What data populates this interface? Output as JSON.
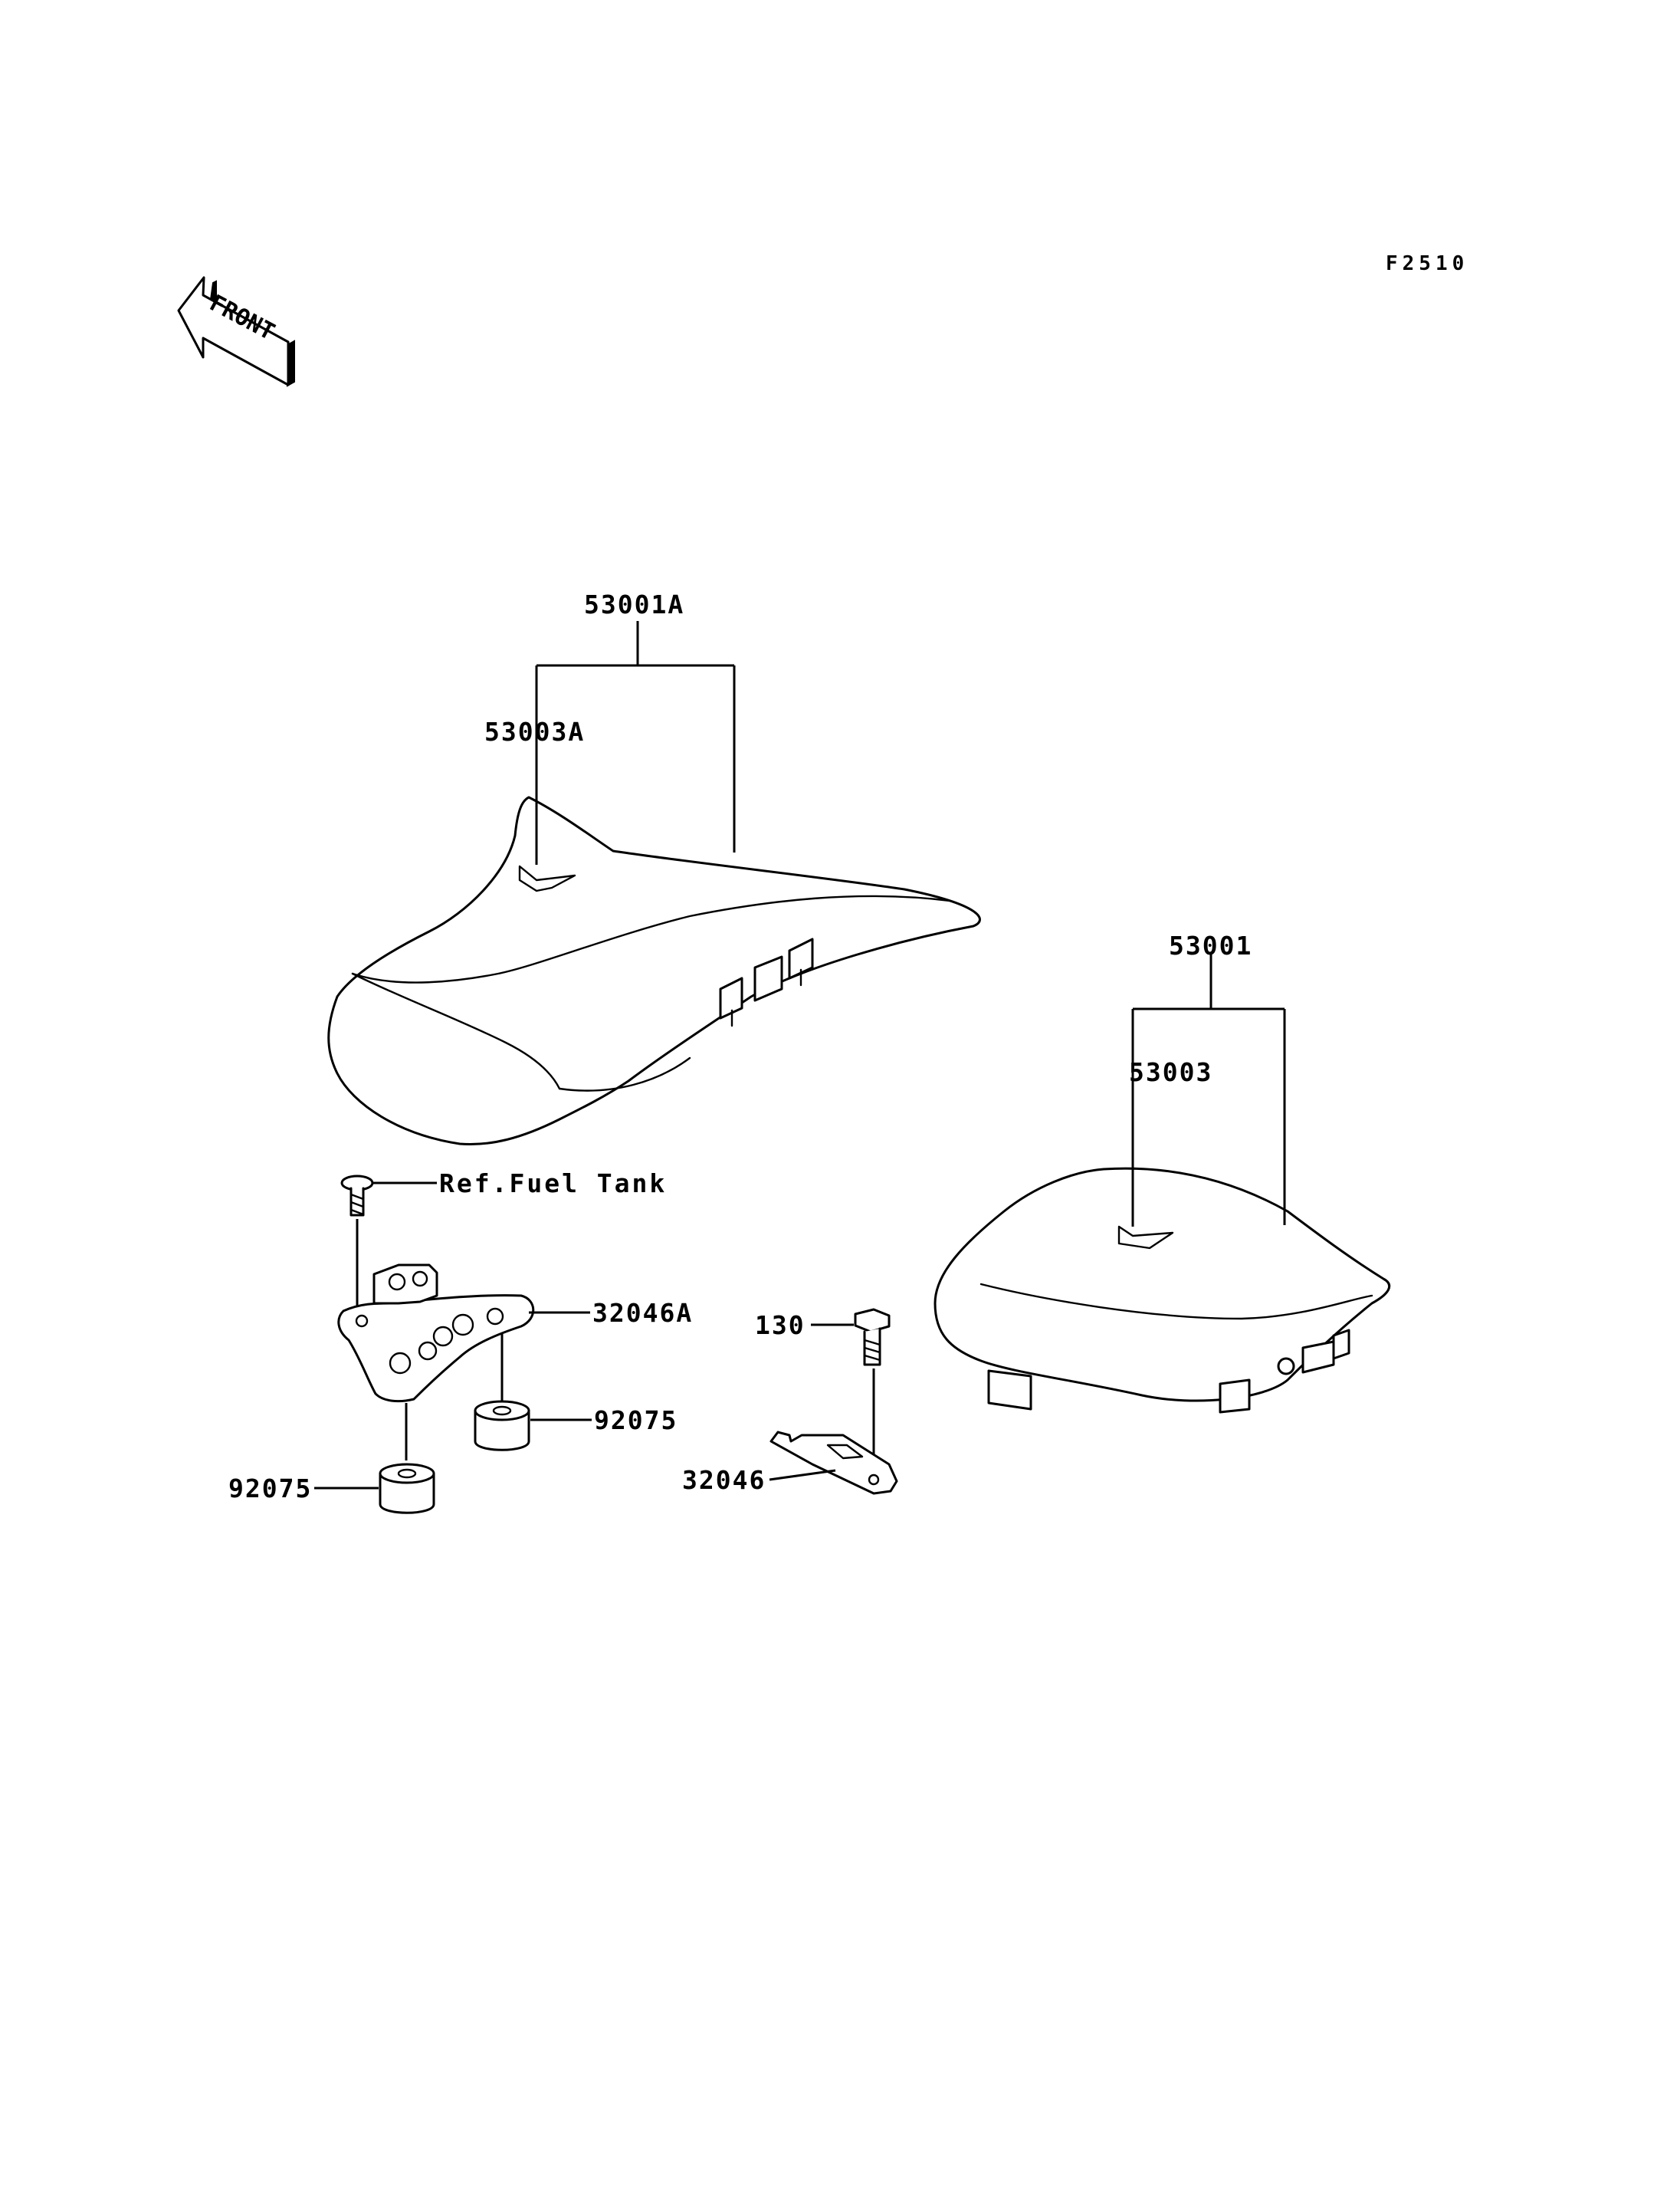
{
  "figure_code": "F2510",
  "front_marker": "FRONT",
  "labels": {
    "front_seat_assy": "53001A",
    "front_seat_cover": "53003A",
    "rear_seat_assy": "53001",
    "rear_seat_cover": "53003",
    "ref_fuel_tank": "Ref.Fuel Tank",
    "front_bracket": "32046A",
    "damper_right": "92075",
    "damper_left": "92075",
    "bolt": "130",
    "rear_bracket": "32046"
  }
}
